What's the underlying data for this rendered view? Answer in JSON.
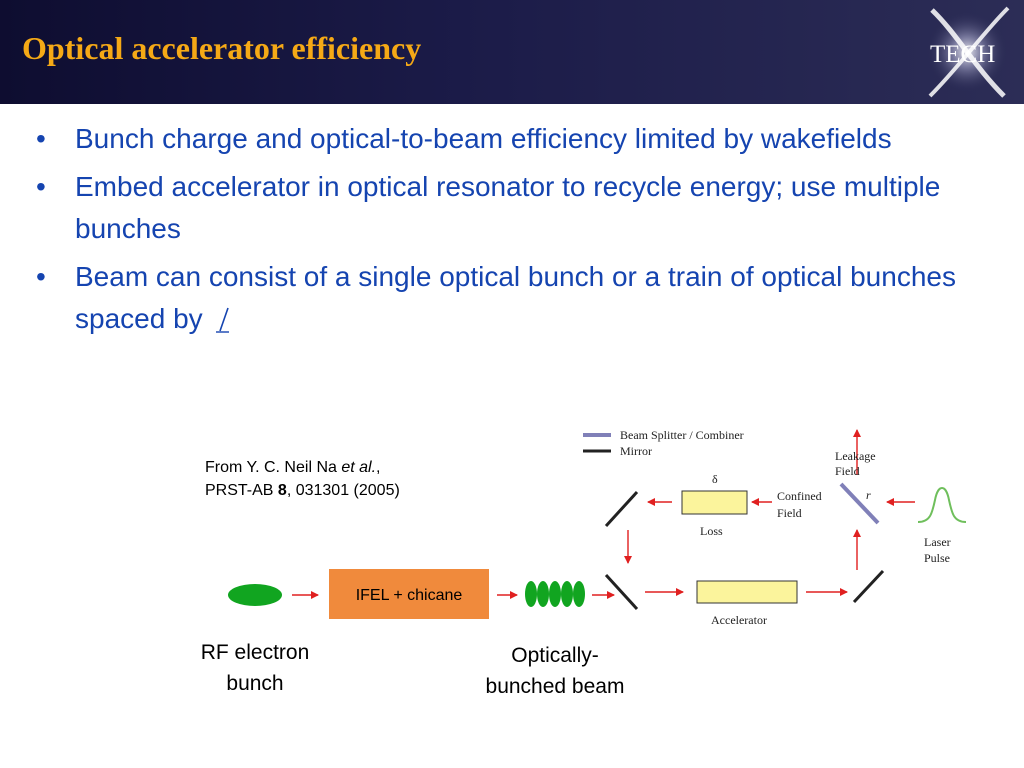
{
  "slide": {
    "title": "Optical accelerator efficiency",
    "logo": {
      "text": "TECH",
      "letter": "X"
    },
    "bullets": [
      {
        "text": "Bunch charge and optical-to-beam efficiency limited by wakefields"
      },
      {
        "text": "Embed accelerator in optical resonator to recycle energy; use multiple bunches"
      },
      {
        "text": "Beam can consist of a single optical bunch or a train of optical bunches spaced by"
      }
    ],
    "citation": {
      "line1_prefix": "From Y. C. Neil Na ",
      "line1_italic": "et al.",
      "line1_suffix": ",",
      "line2_prefix": "PRST-AB ",
      "line2_bold": "8",
      "line2_suffix": ", 031301 (2005)"
    }
  },
  "diagram": {
    "legend": [
      {
        "label": "Beam Splitter / Combiner",
        "color": "#8080b8"
      },
      {
        "label": "Mirror",
        "color": "#222222"
      }
    ],
    "delta": "δ",
    "r_symbol": "r",
    "loss": "Loss",
    "accelerator": "Accelerator",
    "confined_field": [
      "Confined",
      "Field"
    ],
    "leakage_field": [
      "Leakage",
      "Field"
    ],
    "laser_pulse": [
      "Laser",
      "Pulse"
    ],
    "ifel_box": "IFEL + chicane",
    "rf_caption": [
      "RF electron",
      "bunch"
    ],
    "optical_caption": [
      "Optically-",
      "bunched beam"
    ],
    "colors": {
      "title": "#f5a916",
      "bullet_text": "#1544b0",
      "header_bg": "#15153a",
      "ifel_box": "#f08a3c",
      "bunch": "#11a520",
      "arrow": "#e02020",
      "box_fill": "#fbf49c",
      "pulse": "#6fbf5c"
    }
  }
}
